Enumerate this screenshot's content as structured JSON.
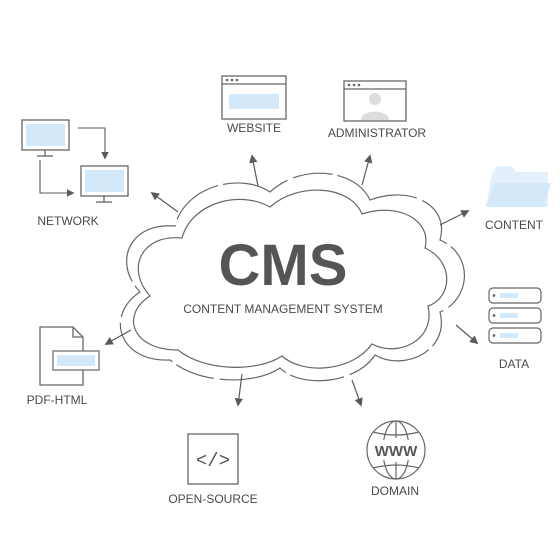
{
  "center": {
    "title": "CMS",
    "subtitle": "CONTENT MANAGEMENT SYSTEM"
  },
  "nodes": {
    "website": "WEBSITE",
    "administrator": "ADMINISTRATOR",
    "network": "NETWORK",
    "content": "CONTENT",
    "data": "DATA",
    "pdf_html": "PDF-HTML",
    "open_source": "OPEN-SOURCE",
    "domain": "DOMAIN"
  },
  "icons": {
    "code_glyph": "</>",
    "www_glyph": "WWW"
  },
  "colors": {
    "line": "#5a5a5a",
    "text": "#4a4a4a",
    "title": "#555555",
    "screen_blue": "#d3e8f8",
    "folder_blue": "#e3f0fb",
    "avatar_grey": "#dcdcdc"
  }
}
